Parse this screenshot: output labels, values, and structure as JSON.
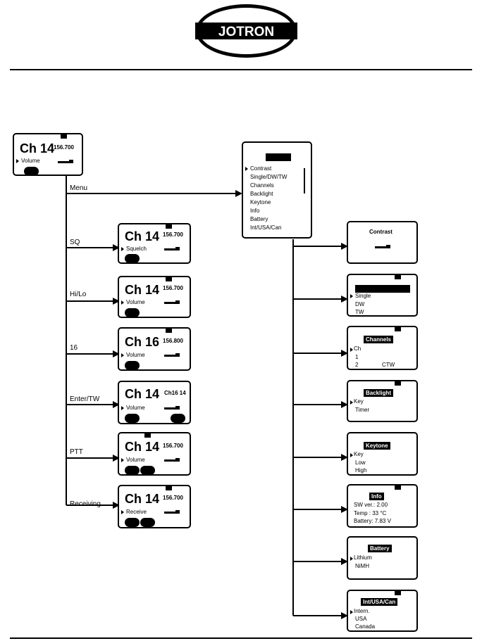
{
  "logo": {
    "brand": "JOTRON"
  },
  "main_screen": {
    "channel": "Ch 14",
    "frequency": "156.700",
    "label": "Volume"
  },
  "menu_screen": {
    "items": [
      "Contrast",
      "Single/DW/TW",
      "Channels",
      "Backlight",
      "Keytone",
      "Info",
      "Battery",
      "Int/USA/Can"
    ]
  },
  "actions": {
    "menu": "Menu",
    "sq": "SQ",
    "hilo": "Hi/Lo",
    "ch16": "16",
    "entertw": "Enter/TW",
    "ptt": "PTT",
    "receiving": "Receiving"
  },
  "action_screens": {
    "sq": {
      "channel": "Ch 14",
      "frequency": "156.700",
      "label": "Squelch"
    },
    "hilo": {
      "channel": "Ch 14",
      "frequency": "156.700",
      "label": "Volume"
    },
    "ch16": {
      "channel": "Ch 16",
      "frequency": "156.800",
      "label": "Volume"
    },
    "entertw": {
      "channel": "Ch 14",
      "frequency": "Ch16 14",
      "label": "Volume"
    },
    "ptt": {
      "channel": "Ch 14",
      "frequency": "156.700",
      "label": "Volume"
    },
    "receiving": {
      "channel": "Ch 14",
      "frequency": "156.700",
      "label": "Receive"
    }
  },
  "submenu_screens": {
    "contrast": {
      "title": "Contrast"
    },
    "watch": {
      "lines": [
        "Single",
        "DW",
        "TW"
      ]
    },
    "channels": {
      "title": "Channels",
      "lines": [
        "Ch",
        "1",
        "2",
        "CTW"
      ]
    },
    "backlight": {
      "title": "Backlight",
      "lines": [
        "Key",
        "Timer"
      ]
    },
    "keytone": {
      "title": "Keytone",
      "lines": [
        "Key",
        "Low",
        "High"
      ]
    },
    "info": {
      "title": "Info",
      "lines": [
        "SW ver.: 2.00",
        "Temp  :  33 °C",
        "Battery: 7.83 V"
      ]
    },
    "battery": {
      "title": "Battery",
      "lines": [
        "Lithium",
        "NiMH"
      ]
    },
    "region": {
      "title": "Int/USA/Can",
      "lines": [
        "Intern.",
        "USA",
        "Canada"
      ]
    }
  }
}
